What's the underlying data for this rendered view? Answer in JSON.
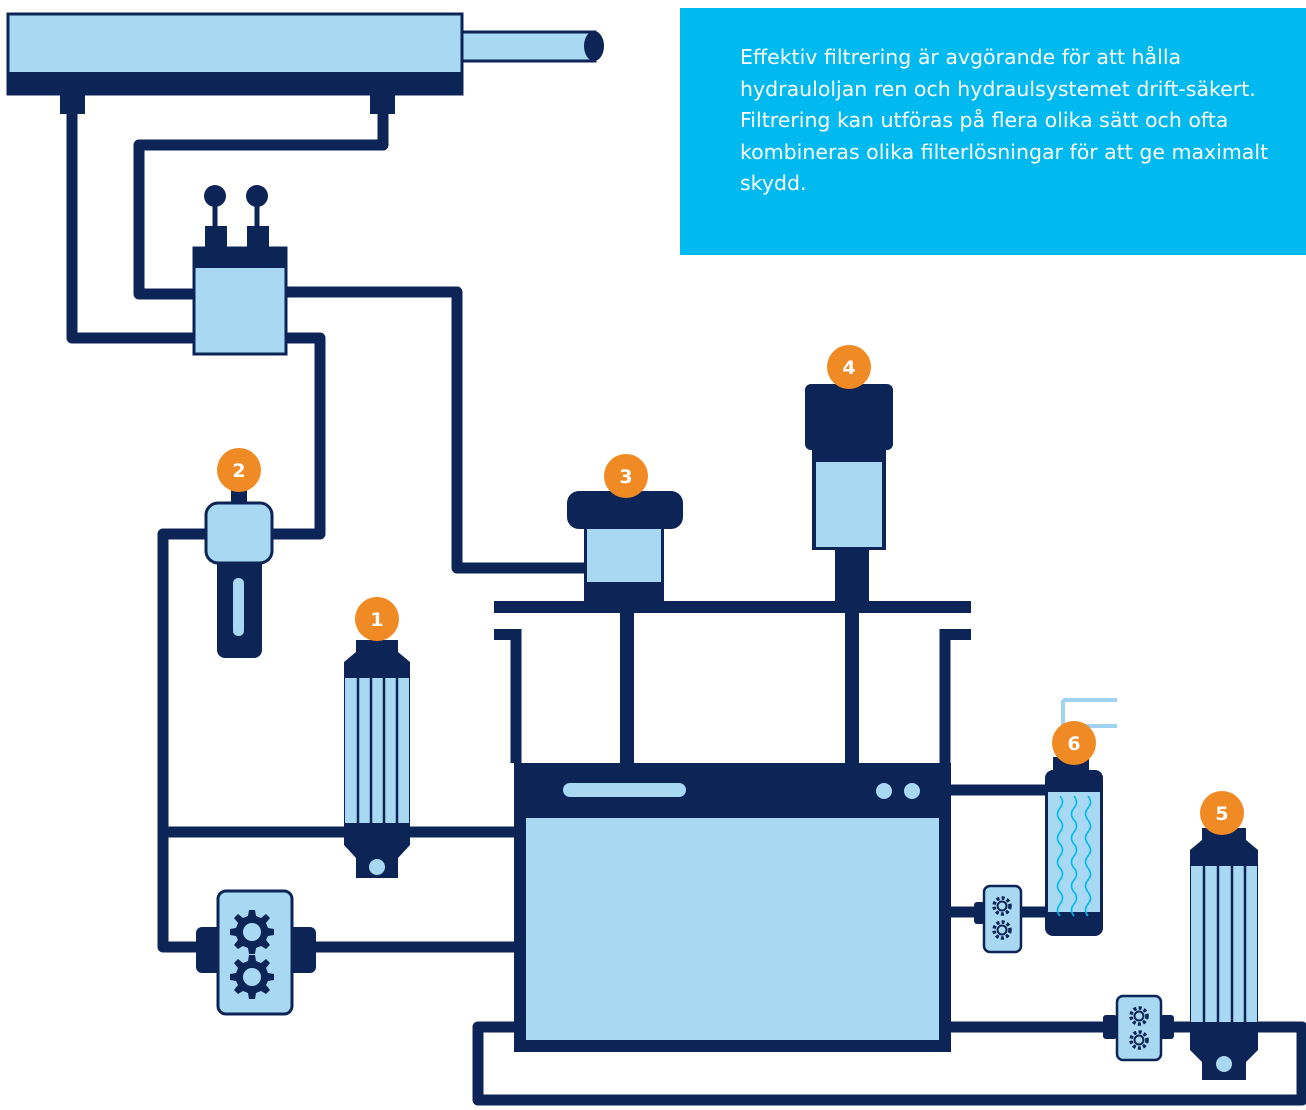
{
  "info": {
    "text": "Effektiv filtrering är avgörande för att hålla hydrauloljan ren och hydraulsystemet drift-säkert. Filtrering kan utföras på flera olika sätt och ofta kombineras olika filterlösningar för att ge maximalt skydd."
  },
  "badges": [
    {
      "id": "1",
      "label": "1"
    },
    {
      "id": "2",
      "label": "2"
    },
    {
      "id": "3",
      "label": "3"
    },
    {
      "id": "4",
      "label": "4"
    },
    {
      "id": "5",
      "label": "5"
    },
    {
      "id": "6",
      "label": "6"
    }
  ],
  "colors": {
    "navy": "#0d2457",
    "light": "#a9d8f2",
    "orange": "#f08a24",
    "cyan": "#00b9ee",
    "pale": "#9fd3f0"
  }
}
